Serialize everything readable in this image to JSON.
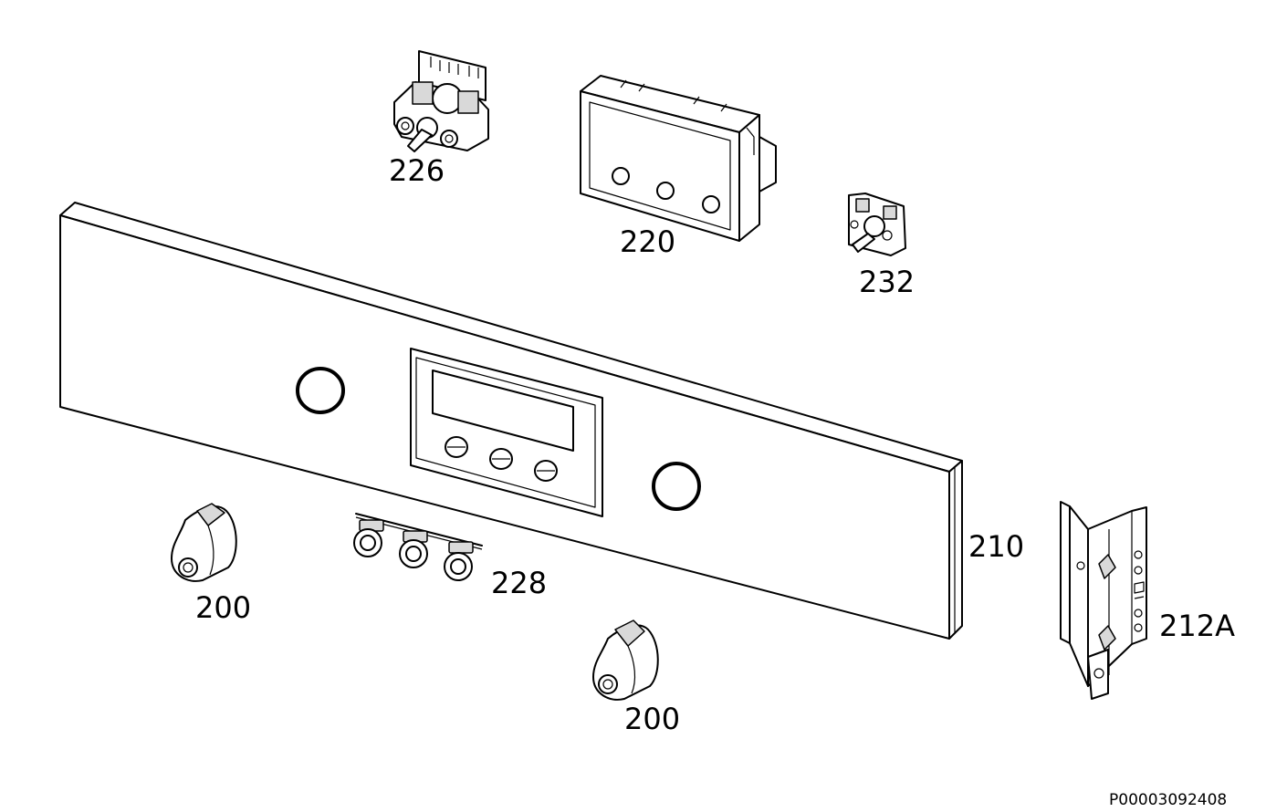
{
  "parts": [
    {
      "id": "panel",
      "label": "210"
    },
    {
      "id": "display-module",
      "label": "220"
    },
    {
      "id": "rotary-switch",
      "label": "226"
    },
    {
      "id": "push-buttons",
      "label": "228"
    },
    {
      "id": "thermostat",
      "label": "232"
    },
    {
      "id": "knob-left",
      "label": "200"
    },
    {
      "id": "knob-right",
      "label": "200"
    },
    {
      "id": "bracket",
      "label": "212A"
    }
  ],
  "document_id": "P00003092408"
}
